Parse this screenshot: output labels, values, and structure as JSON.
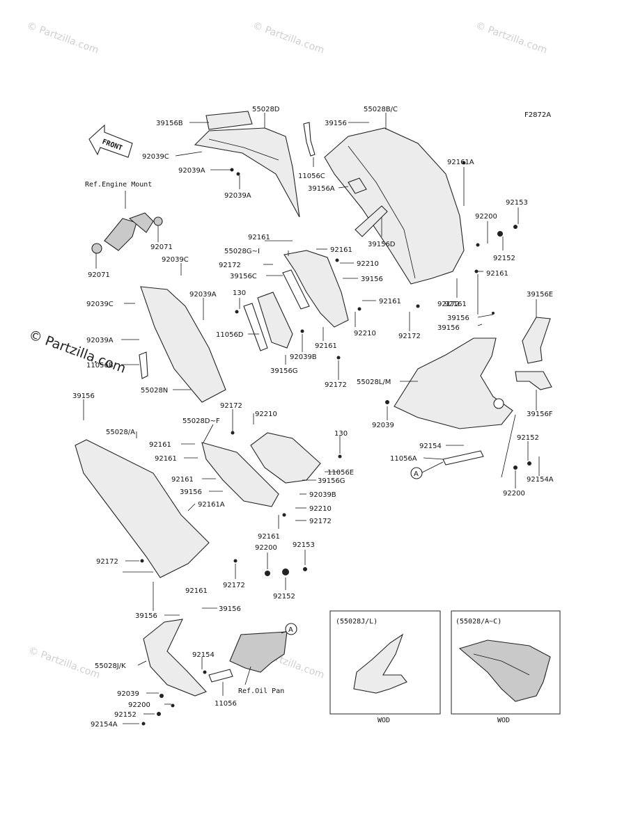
{
  "figure_code": "F2872A",
  "watermark": "© Partzilla.com",
  "front_label": "FRONT",
  "refs": {
    "engine_mount": "Ref.Engine Mount",
    "oil_pan": "Ref.Oil Pan",
    "callout_a": "A"
  },
  "insets": [
    {
      "title": "(55028J/L)",
      "note": "WOD"
    },
    {
      "title": "(55028/A~C)",
      "note": "WOD"
    }
  ],
  "labels": {
    "l01": "39156B",
    "l02": "55028D",
    "l03": "92039C",
    "l04": "92039A",
    "l05": "92039A",
    "l06": "11056C",
    "l07": "39156",
    "l08": "55028B/C",
    "l09": "39156A",
    "l10": "92161A",
    "l11": "92200",
    "l12": "92153",
    "l13": "92152",
    "l14": "39156D",
    "l15": "92161",
    "l16": "92071",
    "l17": "92071",
    "l18": "92039C",
    "l19": "92039C",
    "l20": "92039A",
    "l21": "130",
    "l22": "11056D",
    "l23": "92039A",
    "l24": "11056B",
    "l25": "55028N",
    "l26": "92161",
    "l27": "55028G~I",
    "l28": "92161",
    "l29": "92172",
    "l30": "92210",
    "l31": "39156C",
    "l32": "39156",
    "l33": "92161",
    "l34": "92210",
    "l35": "92039B",
    "l36": "92161",
    "l37": "39156G",
    "l38": "92172",
    "l39": "92172",
    "l40": "92161",
    "l41": "39156",
    "l42": "39156",
    "l43": "92172",
    "l44": "39156E",
    "l45": "55028L/M",
    "l46": "92039",
    "l47": "39156F",
    "l48": "92154",
    "l49": "11056A",
    "l50": "92152",
    "l51": "92154A",
    "l52": "92200",
    "l53": "39156",
    "l54": "92172",
    "l55": "55028D~F",
    "l56": "92210",
    "l57": "55028/A",
    "l58": "92161",
    "l59": "92161",
    "l60": "92161",
    "l61": "130",
    "l62": "11056E",
    "l63": "39156G",
    "l64": "39156",
    "l65": "92161A",
    "l66": "92039B",
    "l67": "92210",
    "l68": "92161",
    "l69": "92172",
    "l70": "92200",
    "l71": "92153",
    "l72": "92172",
    "l73": "92172",
    "l74": "92161",
    "l75": "92152",
    "l76": "39156",
    "l77": "39156",
    "l78": "92154",
    "l79": "55028J/K",
    "l80": "92039",
    "l81": "92200",
    "l82": "11056",
    "l83": "92152",
    "l84": "92154A"
  }
}
